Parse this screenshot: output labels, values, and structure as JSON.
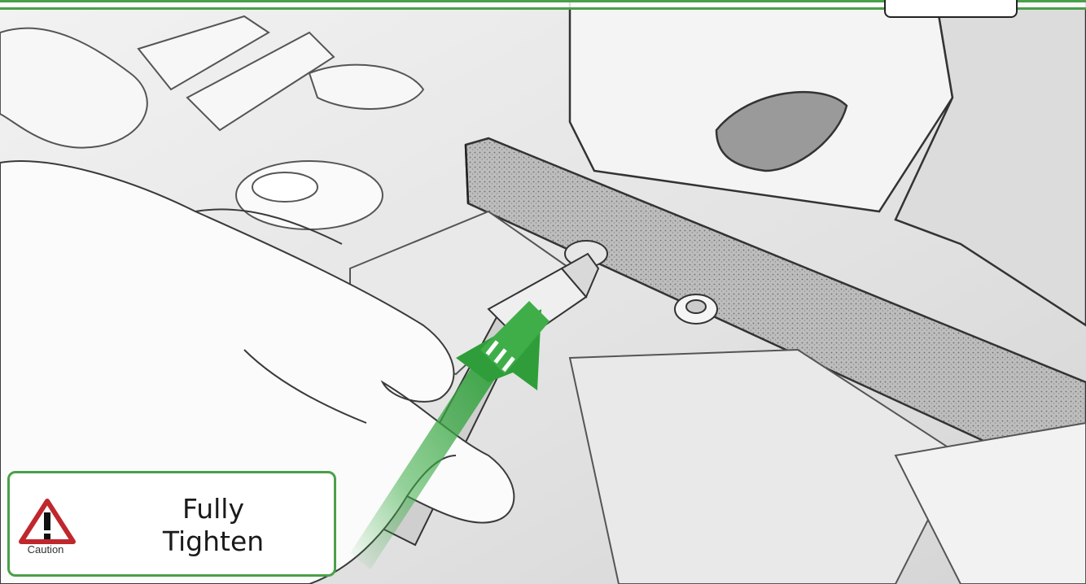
{
  "caution": {
    "label": "Caution",
    "instruction_line1": "Fully",
    "instruction_line2": "Tighten"
  },
  "colors": {
    "accent": "#4aa04a",
    "arrow": "#3fae49",
    "warning_red": "#c0272d"
  },
  "icons": {
    "warning": "warning-triangle-icon",
    "direction": "green-arrow-icon"
  }
}
